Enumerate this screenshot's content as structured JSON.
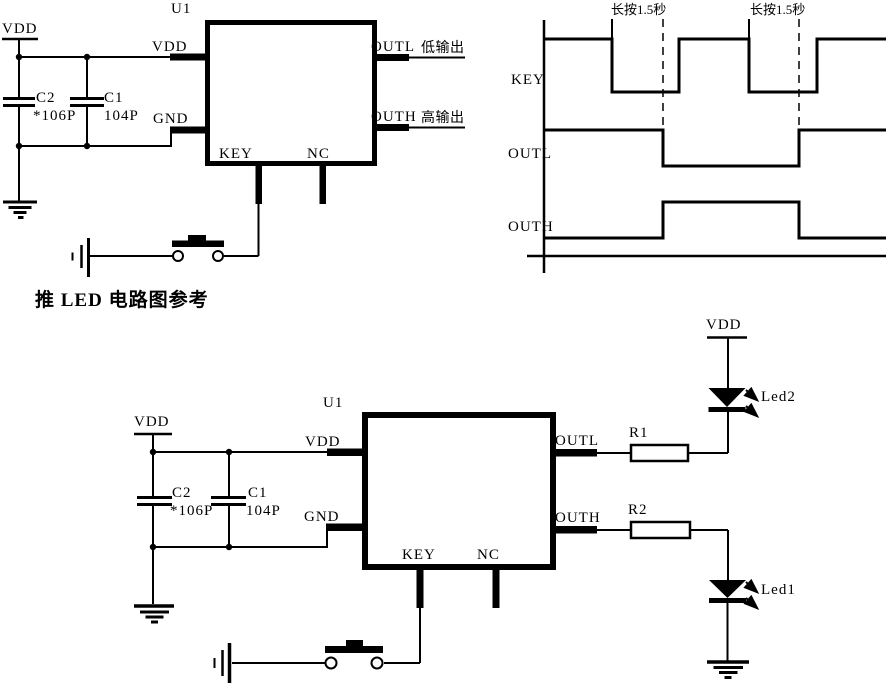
{
  "title": "推 LED 电路图参考",
  "colors": {
    "line": "#000000",
    "background": "#ffffff"
  },
  "circuit1": {
    "power": "VDD",
    "ref": "U1",
    "pin_vdd": "VDD",
    "pin_gnd": "GND",
    "pin_key": "KEY",
    "pin_nc": "NC",
    "pin_outl": "OUTL",
    "pin_outh": "OUTH",
    "c2_ref": "C2",
    "c2_val": "*106P",
    "c1_ref": "C1",
    "c1_val": "104P",
    "outl_note": "低输出",
    "outh_note": "高输出"
  },
  "timing": {
    "note1": "长按1.5秒",
    "note2": "长按1.5秒",
    "sig_key": "KEY",
    "sig_outl": "OUTL",
    "sig_outh": "OUTH",
    "waveforms": {
      "key": {
        "initial": "high",
        "edge_x": [
          612,
          679,
          749,
          817
        ]
      },
      "outl": {
        "initial": "high",
        "edge_x": [
          663,
          799
        ]
      },
      "outh": {
        "initial": "low",
        "edge_x": [
          663,
          799
        ]
      },
      "long_press_marks_x": [
        663,
        799
      ]
    }
  },
  "circuit2": {
    "power": "VDD",
    "ref": "U1",
    "pin_vdd": "VDD",
    "pin_gnd": "GND",
    "pin_key": "KEY",
    "pin_nc": "NC",
    "pin_outl": "OUTL",
    "pin_outh": "OUTH",
    "c2_ref": "C2",
    "c2_val": "*106P",
    "c1_ref": "C1",
    "c1_val": "104P",
    "r1": "R1",
    "r2": "R2",
    "vdd_top": "VDD",
    "led2": "Led2",
    "led1": "Led1"
  }
}
